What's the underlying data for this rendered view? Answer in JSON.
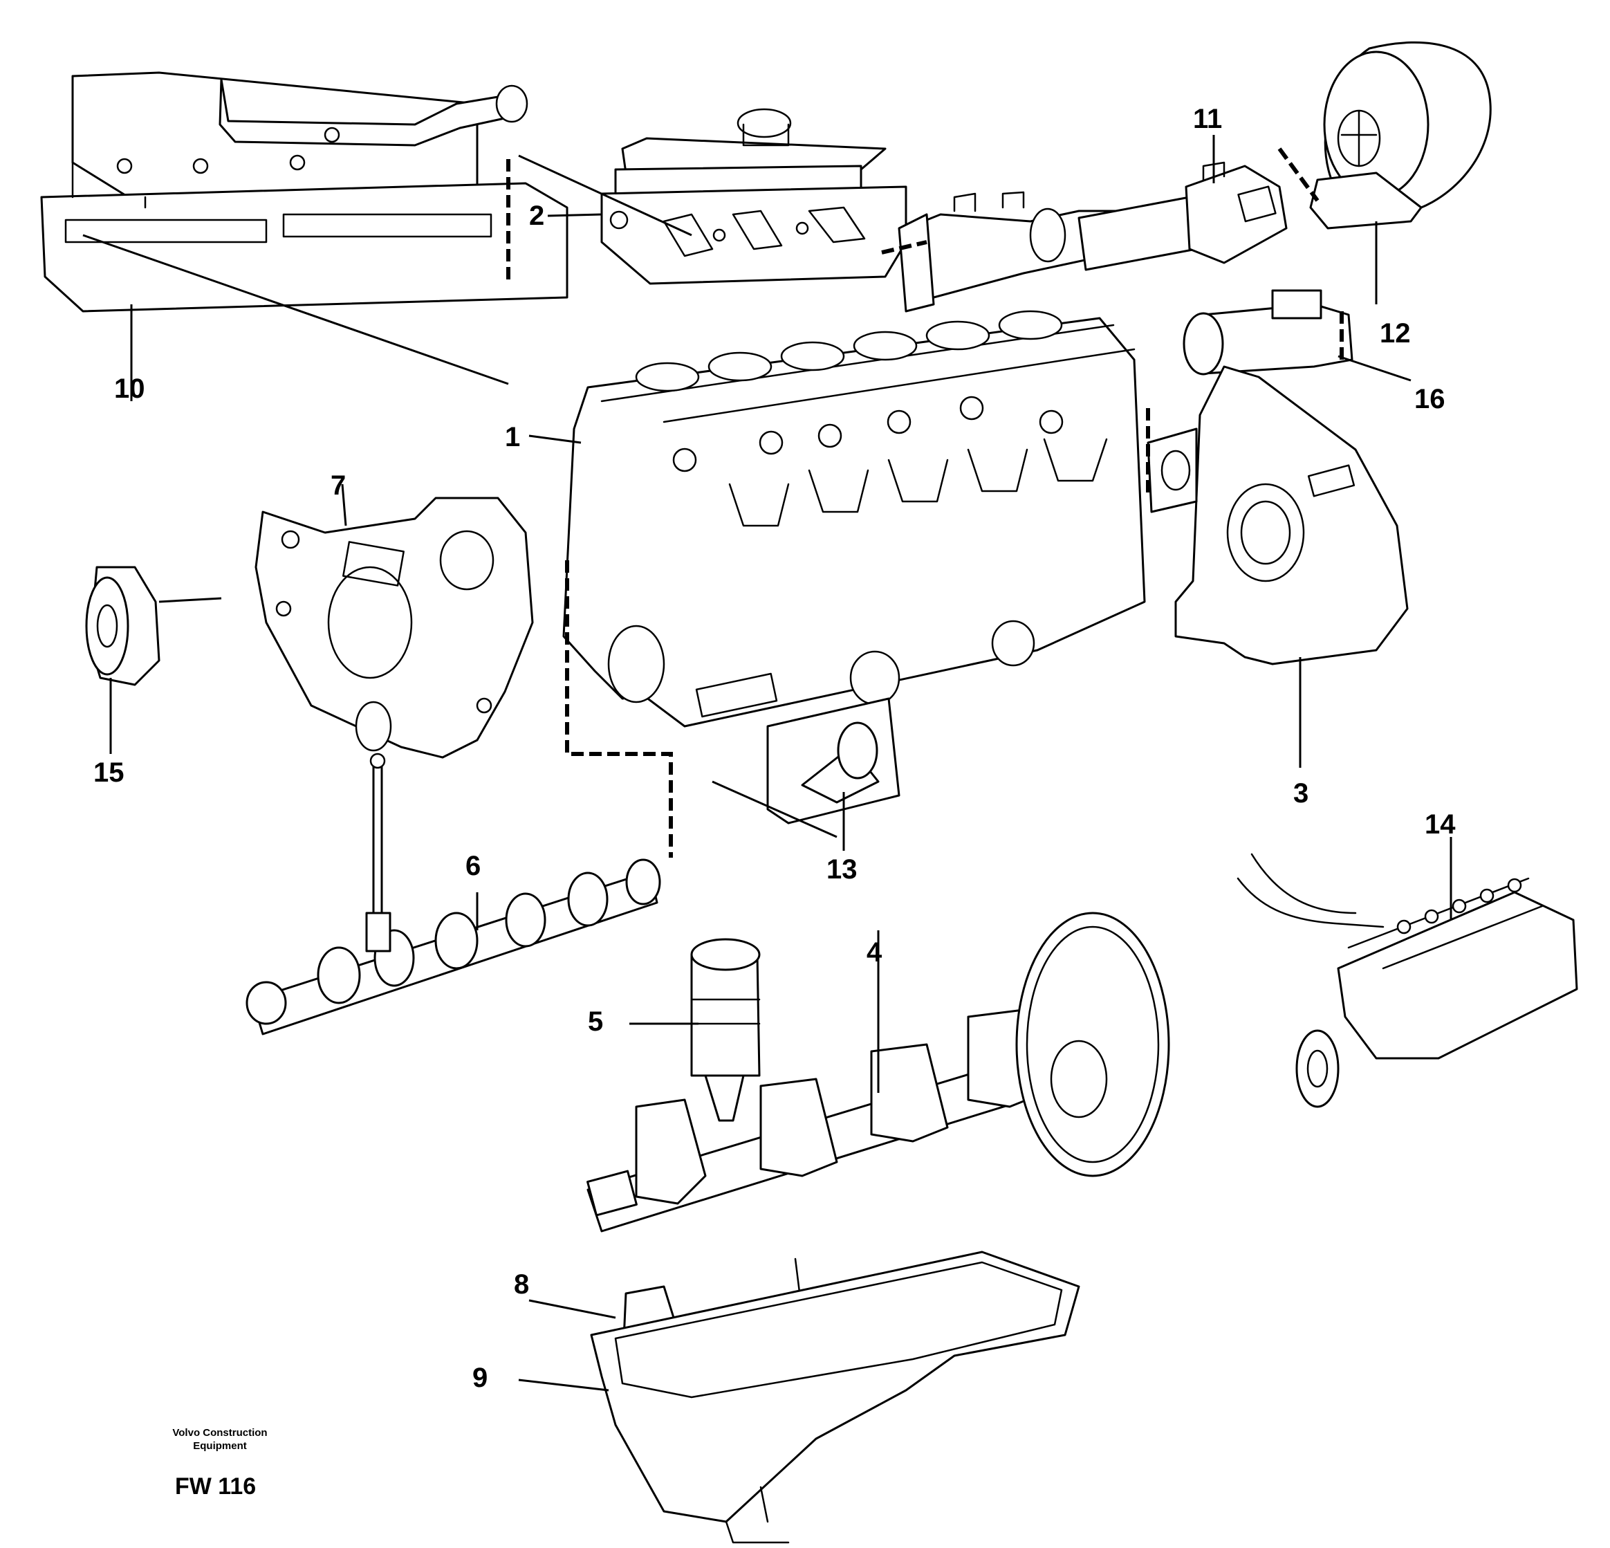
{
  "callouts": {
    "c1": "1",
    "c2": "2",
    "c3": "3",
    "c4": "4",
    "c5": "5",
    "c6": "6",
    "c7": "7",
    "c8": "8",
    "c9": "9",
    "c10": "10",
    "c11": "11",
    "c12": "12",
    "c13": "13",
    "c14": "14",
    "c15": "15",
    "c16": "16"
  },
  "footer": {
    "company_line1": "Volvo Construction",
    "company_line2": "Equipment",
    "figure_code": "FW 116"
  }
}
